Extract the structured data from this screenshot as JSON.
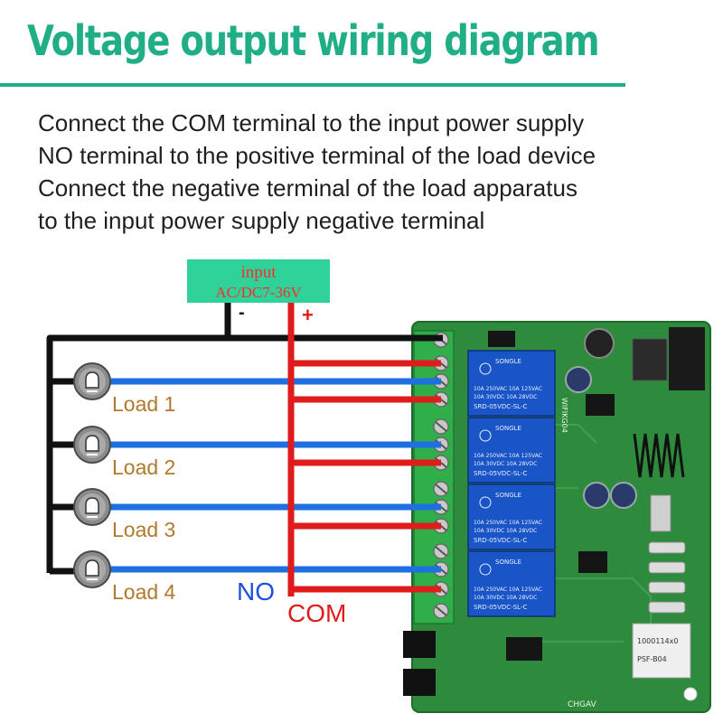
{
  "title": "Voltage output wiring diagram",
  "description": [
    "Connect the COM terminal to the input power supply",
    "NO terminal to the positive terminal of the load device",
    "Connect the negative terminal of the load apparatus",
    "to the input power supply negative terminal"
  ],
  "input_box": {
    "line1": "input",
    "line2": "AC/DC7-36V",
    "minus": "-",
    "plus": "+"
  },
  "loads": [
    "Load 1",
    "Load 2",
    "Load 3",
    "Load 4"
  ],
  "terminal_labels": {
    "no": "NO",
    "com": "COM"
  },
  "relay": {
    "brand": "SONGLE",
    "rating_1": "10A 250VAC  10A 125VAC",
    "rating_2": "10A 30VDC  10A 28VDC",
    "model": "SRD-05VDC-SL-C",
    "count": 4
  },
  "board_marks": {
    "bottom": "CHGAV",
    "side": "WIFIKG04",
    "module_1": "1000114x0",
    "module_2": "PSF-B04"
  },
  "colors": {
    "title": "#1fae86",
    "pcb": "#2e8a3c",
    "wire_negative": "#111111",
    "wire_positive": "#e01b1b",
    "wire_load": "#1e6fe0",
    "relay": "#1a55c8",
    "terminal": "#2fae4a",
    "no_label": "#1f4fe0",
    "com_label": "#e01b1b",
    "load_label": "#b07a2a",
    "input_box": "#2fd39a"
  }
}
